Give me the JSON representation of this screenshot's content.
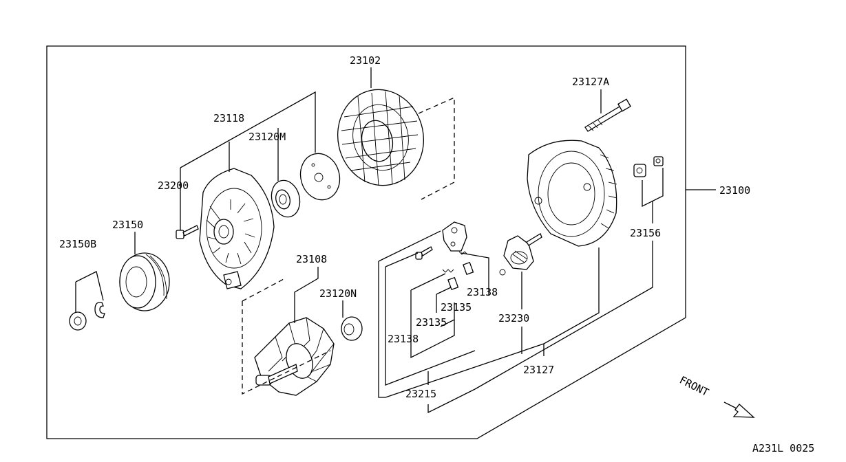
{
  "labels": {
    "p23102": "23102",
    "p23127A": "23127A",
    "p23118": "23118",
    "p23120M": "23120M",
    "p23200": "23200",
    "p23100": "23100",
    "p23150": "23150",
    "p23150B": "23150B",
    "p23156": "23156",
    "p23108": "23108",
    "p23120N": "23120N",
    "p23138a": "23138",
    "p23135a": "23135",
    "p23135b": "23135",
    "p23138b": "23138",
    "p23230": "23230",
    "p23127": "23127",
    "p23215": "23215"
  },
  "front_label": "FRONT",
  "figure_code": "A231L 0025"
}
